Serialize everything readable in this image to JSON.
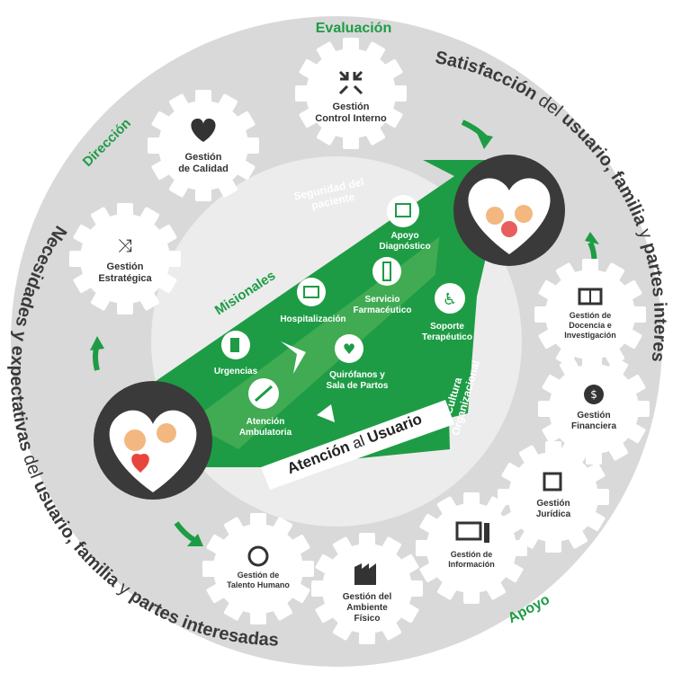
{
  "colors": {
    "green": "#1e9c45",
    "dark_green": "#157a34",
    "gray_ring": "#d9d9d9",
    "inner_gray": "#e8e8e8",
    "dark": "#333333"
  },
  "zones": {
    "evaluacion": "Evaluación",
    "direccion": "Dirección",
    "apoyo": "Apoyo",
    "misionales": "Misionales"
  },
  "outer_text": {
    "top_right": [
      "Satisfacción",
      " del ",
      "usuario,",
      " ",
      "familia",
      " y ",
      "partes interesadas"
    ],
    "left_bottom": [
      "Necesidades y expectativas",
      " del ",
      "usuario,",
      " ",
      "familia",
      " y ",
      "partes interesadas"
    ]
  },
  "gears": {
    "control_interno": {
      "line1": "Gestión",
      "line2": "Control Interno",
      "icon": "compress-arrows-icon"
    },
    "calidad": {
      "line1": "Gestión",
      "line2": "de Calidad",
      "icon": "heart-leaf-icon"
    },
    "estrategica": {
      "line1": "Gestión",
      "line2": "Estratégica",
      "icon": "shuffle-icon"
    },
    "talento": {
      "line1": "Gestión de",
      "line2": "Talento Humano",
      "icon": "person-badge-icon"
    },
    "ambiente": {
      "line1": "Gestión del",
      "line2": "Ambiente",
      "line3": "Físico",
      "icon": "factory-icon"
    },
    "informacion": {
      "line1": "Gestión de",
      "line2": "Información",
      "icon": "computer-icon"
    },
    "juridica": {
      "line1": "Gestión",
      "line2": "Jurídica",
      "icon": "edit-icon"
    },
    "financiera": {
      "line1": "Gestión",
      "line2": "Financiera",
      "icon": "money-bag-icon"
    },
    "docencia": {
      "line1": "Gestión de",
      "line2": "Docencia e",
      "line3": "Investigación",
      "icon": "book-icon"
    }
  },
  "arrow": {
    "seguridad": [
      "Seguridad del",
      "paciente"
    ],
    "cultura": [
      "Cultura",
      "Organizacional"
    ],
    "atencion": [
      "Atención",
      " al ",
      "Usuario"
    ]
  },
  "services": {
    "apoyo_diag": {
      "line1": "Apoyo",
      "line2": "Diagnóstico"
    },
    "hospitalizacion": {
      "line1": "Hospitalización"
    },
    "servicio_farm": {
      "line1": "Servicio",
      "line2": "Farmacéutico"
    },
    "soporte": {
      "line1": "Soporte",
      "line2": "Terapéutico"
    },
    "urgencias": {
      "line1": "Urgencias"
    },
    "quirofanos": {
      "line1": "Quirófanos y",
      "line2": "Sala de Partos"
    },
    "ambulatoria": {
      "line1": "Atención",
      "line2": "Ambulatoria"
    }
  }
}
